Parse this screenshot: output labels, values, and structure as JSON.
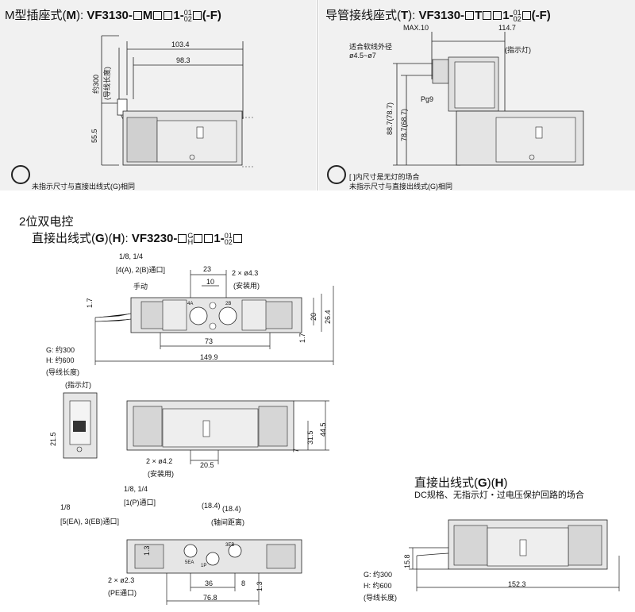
{
  "panel_m": {
    "title_prefix": "M型插座式(",
    "title_letter": "M",
    "title_suffix": "): ",
    "model_a": "VF3130-",
    "model_b": "M",
    "model_c": "1-",
    "frac_top": "01",
    "frac_bottom": "02",
    "model_d": "(-F)",
    "lead_label": "约300",
    "lead_label2": "(导线长度)",
    "dim_103": "103.4",
    "dim_98": "98.3",
    "dim_55": "55.5",
    "note": "未指示尺寸与直接出线式(G)相同"
  },
  "panel_t": {
    "title_prefix": "导管接线座式(",
    "title_letter": "T",
    "title_suffix": "): ",
    "model_a": "VF3130-",
    "model_b": "T",
    "model_c": "1-",
    "frac_top": "01",
    "frac_bottom": "02",
    "model_d": "(-F)",
    "max": "MAX.10",
    "dim_114": "114.7",
    "cable": "适合软线外径",
    "cable_range": "ø4.5~ø7",
    "indicator": "(指示灯)",
    "pg": "Pg9",
    "dim_887": "88.7(78.7)",
    "dim_787": "78.7(68.7)",
    "note1": "[ ]内尺寸是无灯的场合",
    "note2": "未指示尺寸与直接出线式(G)相同"
  },
  "section2": {
    "heading": "2位双电控",
    "title_prefix": "直接出线式(",
    "g": "G",
    "mid": ")(",
    "h": "H",
    "title_suffix": "): ",
    "model_a": "VF3230-",
    "gh_top": "G",
    "gh_bottom": "H",
    "model_c": "1-",
    "frac_top": "01",
    "frac_bottom": "02",
    "port1": "1/8, 1/4",
    "port1b": "[4(A), 2(B)通口]",
    "manual": "手动",
    "d23": "23",
    "d10": "10",
    "holes": "2 × ø4.3",
    "mount": "(安装用)",
    "d17a": "1.7",
    "d17b": "1.7",
    "d20": "20",
    "d264": "26.4",
    "d73": "73",
    "d1499": "149.9",
    "g_lead": "G: 约300",
    "h_lead": "H: 约600",
    "lead_len": "(导线长度)",
    "indicator": "(指示灯)",
    "d215": "21.5",
    "d42": "2 × ø4.2",
    "mount2": "(安装用)",
    "d205": "20.5",
    "d7": "7",
    "d315": "31.5",
    "d445": "44.5",
    "port2": "1/8, 1/4",
    "port2b": "[1(P)通口]",
    "d184a": "(18.4)",
    "d184b": "(18.4)",
    "pitch": "(轴间距离)",
    "port3": "1/8",
    "port3b": "[5(EA), 3(EB)通口]",
    "d13a": "1.3",
    "d13b": "1.3",
    "d23b": "2 × ø2.3",
    "pe": "(PE通口)",
    "d36": "36",
    "d8": "8",
    "d768": "76.8",
    "l4a": "4A",
    "l2b": "2B",
    "l5ea": "5EA",
    "l1p": "1P",
    "l3eb": "3EB"
  },
  "section3": {
    "title_prefix": "直接出线式(",
    "g": "G",
    "mid": ")(",
    "h": "H",
    "title_suffix": ")",
    "subtitle": "DC规格、无指示灯・过电压保护回路的场合",
    "d158": "15.8",
    "g_lead": "G: 约300",
    "h_lead": "H: 约600",
    "lead_len": "(导线长度)",
    "d1523": "152.3"
  },
  "colors": {
    "line": "#222222",
    "body": "#e6e6e6",
    "body2": "#cfcfcf",
    "panel": "#f0f0f0"
  }
}
